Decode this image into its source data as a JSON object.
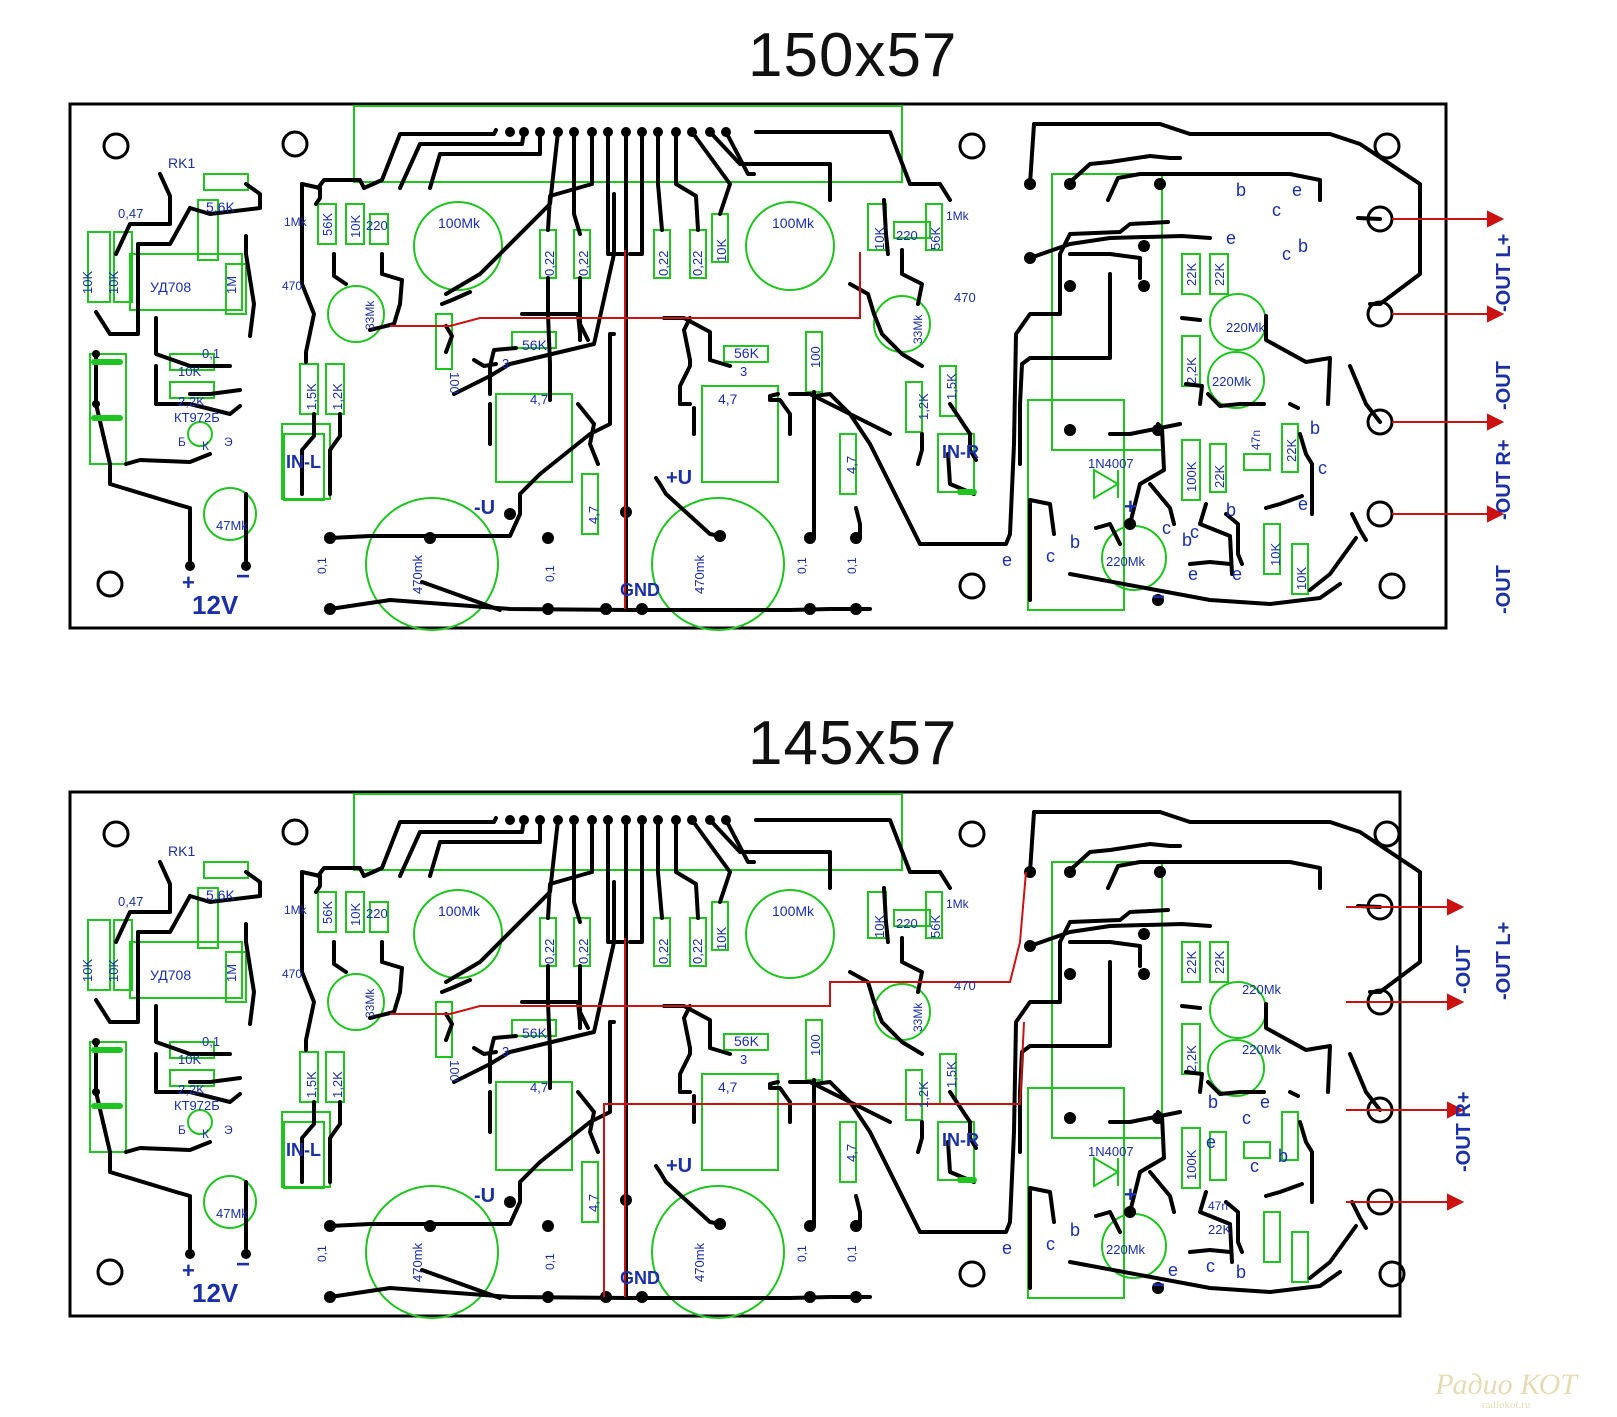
{
  "titles": {
    "top": "150x57",
    "bottom": "145x57"
  },
  "colors": {
    "trace": "#000000",
    "silkscreen": "#1fc41f",
    "label": "#1a2fa8",
    "jumper": "#cc1111"
  },
  "icons": {
    "mounting_hole": "ring",
    "pad": "dot",
    "output_arrow": "right-arrow"
  },
  "parts": {
    "rk1": "RK1",
    "c047": "0,47",
    "r56k_a": "5,6K",
    "r10k_a": "10K",
    "r10k_b": "10K",
    "ic": "УД708",
    "r1m": "1M",
    "c01_a": "0,1",
    "r10k_c": "10K",
    "r22k": "2,2K",
    "tr": "КТ972Б",
    "pin_b": "Б",
    "pin_k": "К",
    "pin_e": "Э",
    "c47mk": "47Mk",
    "v12": "12V",
    "plus": "+",
    "minus": "−",
    "c1mk_l": "1Mk",
    "r56k_l": "56K",
    "r10k_l": "10K",
    "r220_l": "220",
    "c470_l": "470",
    "c33mk_l": "33Mk",
    "r15k_l": "1,5K",
    "r12k_l": "1,2K",
    "in_l": "IN-L",
    "c100mk_l": "100Mk",
    "r100": "100",
    "r022_1": "0,22",
    "r022_2": "0,22",
    "r022_3": "0,22",
    "r022_4": "0,22",
    "r56k_m1": "56K",
    "r3_1": "3",
    "r47_1": "4,7",
    "r47_2": "4,7",
    "minus_u": "-U",
    "c470mk_1": "470mk",
    "c01_1": "0,1",
    "c01_2": "0,1",
    "gnd": "GND",
    "plus_u": "+U",
    "c470mk_2": "470mk",
    "r10k_m": "10K",
    "c100mk_r": "100Mk",
    "r56k_m2": "56K",
    "r3_2": "3",
    "r47_3": "4,7",
    "r100_r": "100",
    "r47_4": "4,7",
    "c01_3": "0,1",
    "c01_4": "0,1",
    "r10k_r": "10K",
    "r220_r": "220",
    "r56k_r": "56K",
    "c1mk_r": "1Mk",
    "c470_r": "470",
    "c33mk_r": "33Mk",
    "r12k_r": "1,2K",
    "r15k_r": "1,5K",
    "in_r": "IN-R",
    "r22k_1": "22K",
    "r22k_2": "22K",
    "c220mk_1": "220Mk",
    "r22k_3": "2,2K",
    "c220mk_2": "220Mk",
    "d1": "1N4007",
    "r100k": "100K",
    "r22k_4": "22K",
    "c47n": "47n",
    "r22k_5": "22K",
    "c220mk_3": "220Mk",
    "r10k_x": "10K",
    "r10k_y": "10K",
    "b": "b",
    "c": "c",
    "e": "e",
    "out_l_plus": "-OUT L+",
    "out_minus": "-OUT",
    "out_r_plus": "-OUT R+"
  },
  "watermark": {
    "line1": "Радио КОТ",
    "line2": "radiokot.ru"
  }
}
